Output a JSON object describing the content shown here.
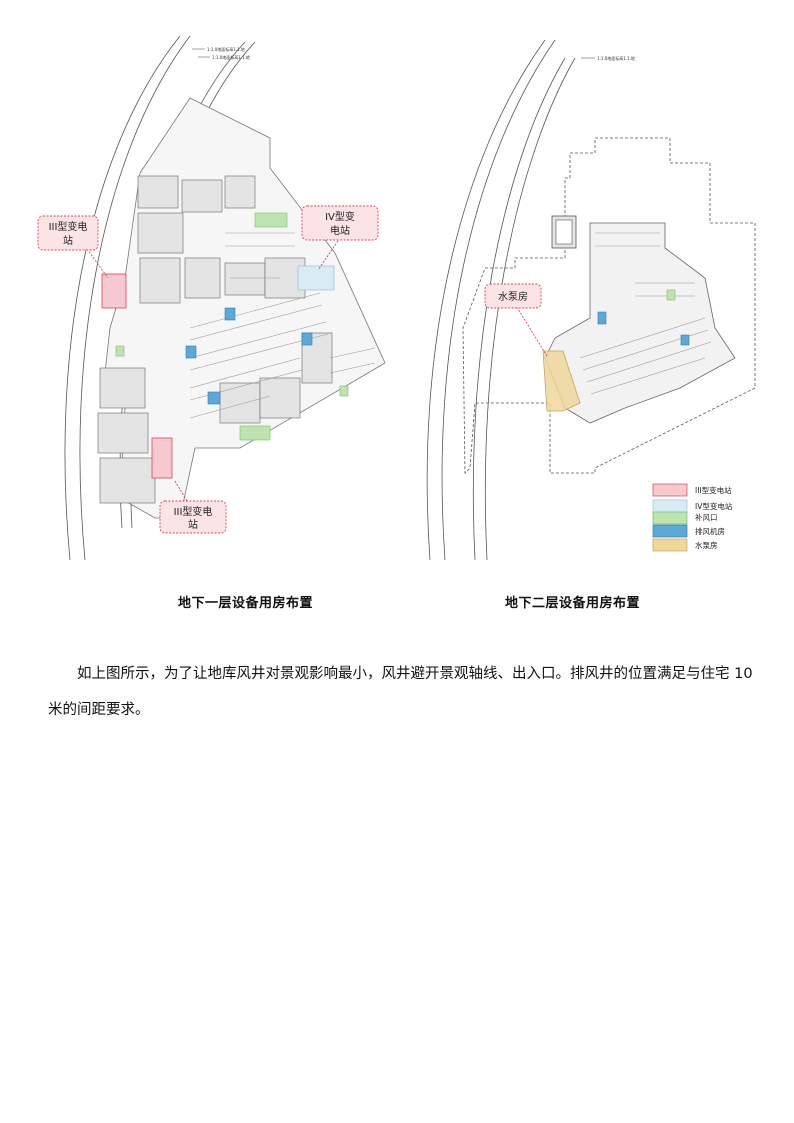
{
  "plan_b1": {
    "leader_labels": [
      "1:1.0地面标高1.1.地",
      "1:1.0地面标高1.1.地"
    ],
    "callout_iii_top": [
      "III型变电",
      "站"
    ],
    "callout_iv": [
      "IV型变",
      "电站"
    ],
    "callout_iii_bottom": [
      "III型变电",
      "站"
    ]
  },
  "plan_b2": {
    "leader_label": "1:1.0地面标高1.1.地",
    "callout_pump": "水泵房",
    "legend": [
      {
        "label": "III型变电站",
        "color": "#f6c9cf",
        "border": "#d9455f"
      },
      {
        "label": "IV型变电站",
        "color": "#d7edf3",
        "border": "#9cc8d6"
      },
      {
        "label": "补风口",
        "color": "#bde3b0",
        "border": "#7bbf6a"
      },
      {
        "label": "排风机房",
        "color": "#5aa9d8",
        "border": "#2f7fb3"
      },
      {
        "label": "水泵房",
        "color": "#efd79a",
        "border": "#c9a55a"
      }
    ]
  },
  "captions": {
    "b1": "地下一层设备用房布置",
    "b2": "地下二层设备用房布置"
  },
  "body_text": "如上图所示，为了让地库风井对景观影响最小，风井避开景观轴线、出入口。排风井的位置满足与住宅 10 米的间距要求。"
}
